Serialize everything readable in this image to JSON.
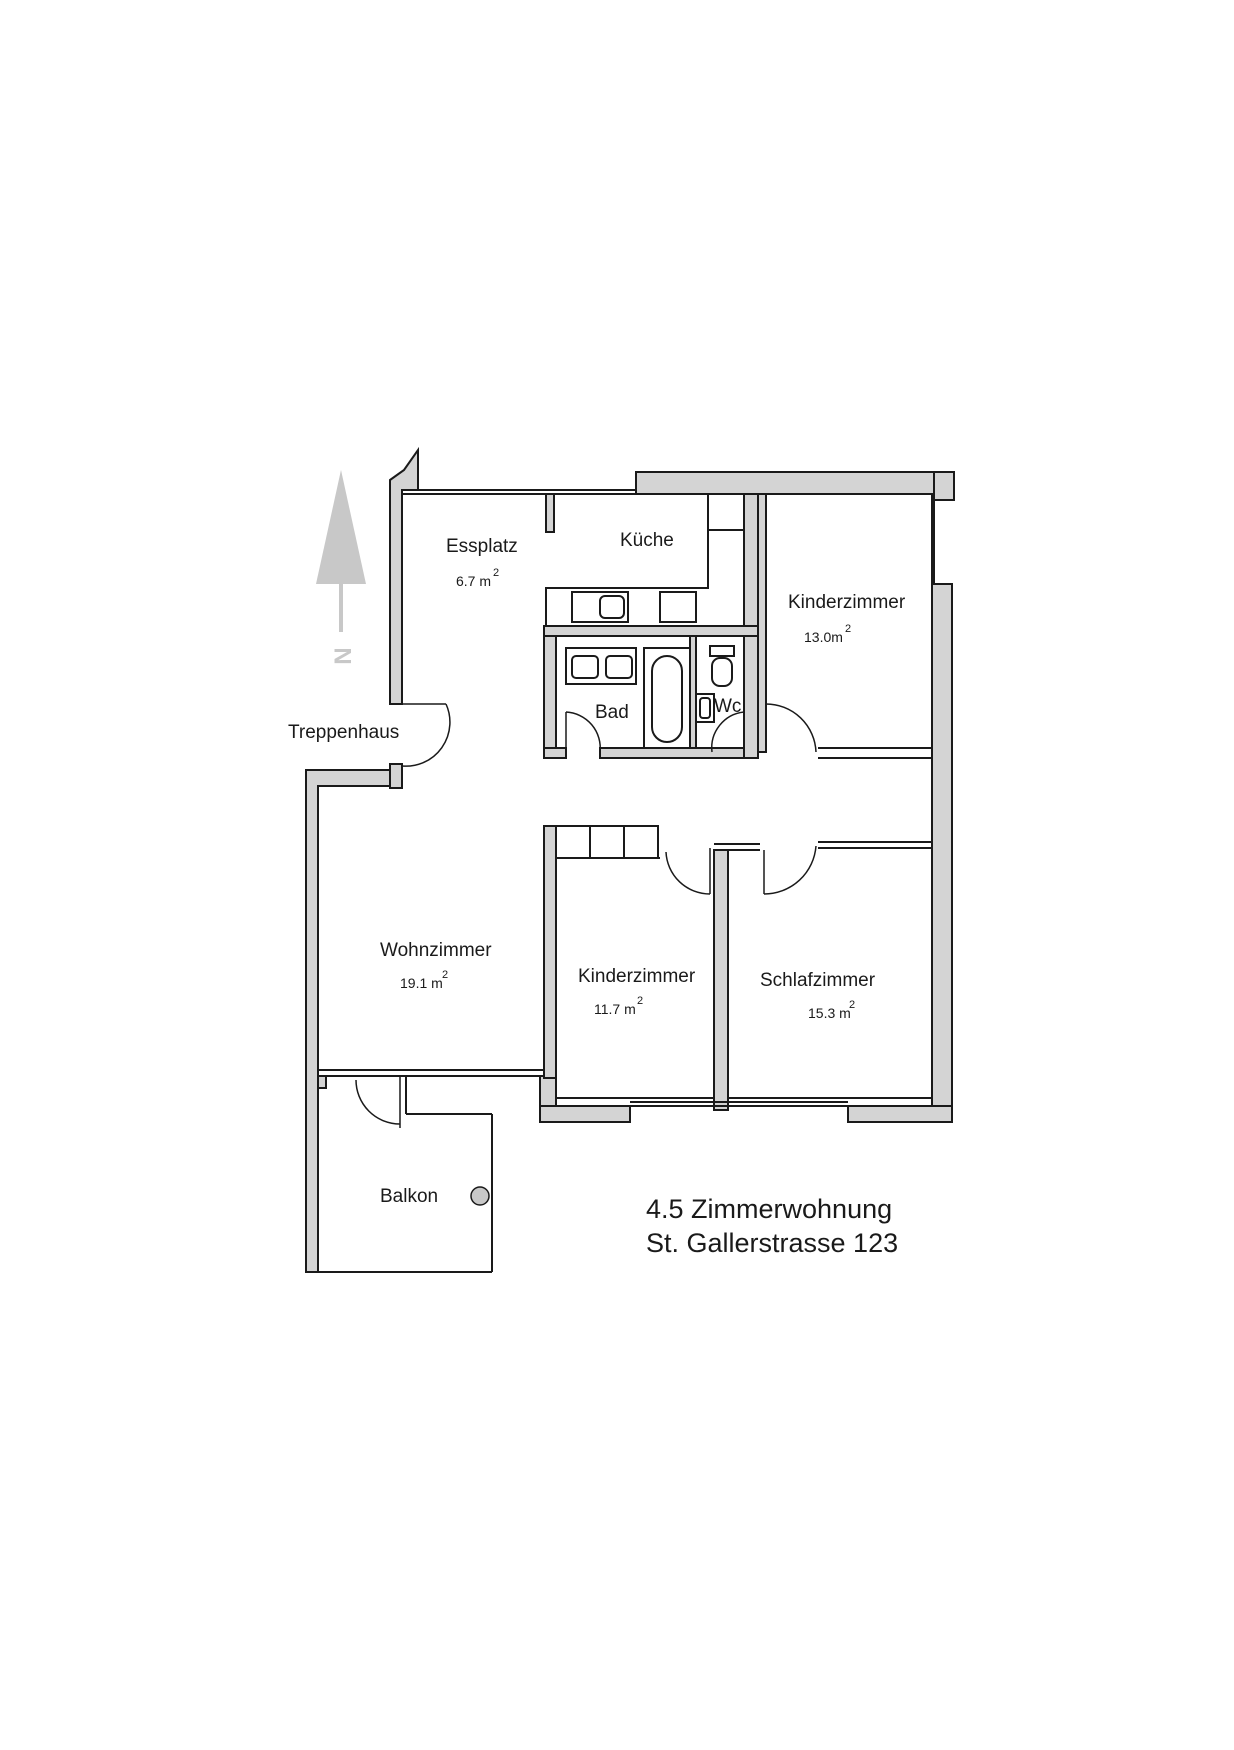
{
  "plan": {
    "title_line1": "4.5 Zimmerwohnung",
    "title_line2": "St. Gallerstrasse 123",
    "north_label": "N",
    "area_unit": "m",
    "area_exponent": "2",
    "rooms": {
      "essplatz": {
        "name": "Essplatz",
        "area": "6.7 m"
      },
      "kueche": {
        "name": "Küche"
      },
      "kinderzimmer_1": {
        "name": "Kinderzimmer",
        "area": "13.0m"
      },
      "bad": {
        "name": "Bad"
      },
      "wc": {
        "name": "Wc"
      },
      "treppenhaus": {
        "name": "Treppenhaus"
      },
      "wohnzimmer": {
        "name": "Wohnzimmer",
        "area": "19.1 m"
      },
      "kinderzimmer_2": {
        "name": "Kinderzimmer",
        "area": "11.7 m"
      },
      "schlafzimmer": {
        "name": "Schlafzimmer",
        "area": "15.3 m"
      },
      "balkon": {
        "name": "Balkon"
      }
    },
    "colors": {
      "wall_fill": "#d4d4d4",
      "line": "#1a1a1a",
      "north_arrow": "#c8c8c8"
    }
  }
}
